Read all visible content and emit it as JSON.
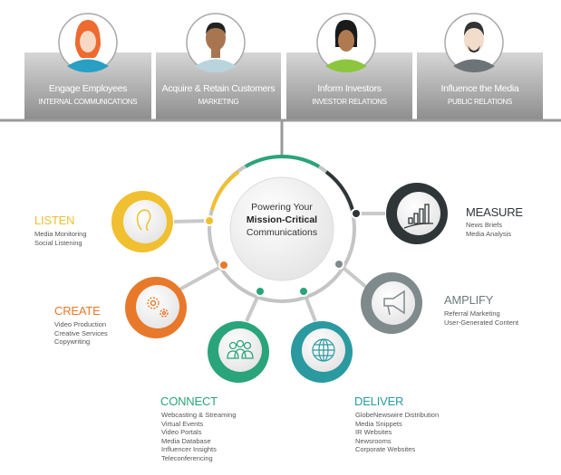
{
  "audiences": [
    {
      "title": "Engage Employees",
      "subtitle": "INTERNAL COMMUNICATIONS"
    },
    {
      "title": "Acquire & Retain Customers",
      "subtitle": "MARKETING"
    },
    {
      "title": "Inform Investors",
      "subtitle": "INVESTOR RELATIONS"
    },
    {
      "title": "Influence the Media",
      "subtitle": "PUBLIC RELATIONS"
    }
  ],
  "center": {
    "line1": "Powering Your",
    "line2": "Mission-Critical",
    "line3": "Communications"
  },
  "services": {
    "listen": {
      "title": "LISTEN",
      "items": [
        "Media Monitoring",
        "Social Listening"
      ],
      "color": "#f0c030",
      "icon": "ear-icon"
    },
    "measure": {
      "title": "MEASURE",
      "items": [
        "News Briefs",
        "Media Analysis"
      ],
      "color": "#2f3638",
      "icon": "bar-chart-icon"
    },
    "amplify": {
      "title": "AMPLIFY",
      "items": [
        "Referral Marketing",
        "User-Generated Content"
      ],
      "color": "#7f8a8c",
      "icon": "megaphone-icon"
    },
    "create": {
      "title": "CREATE",
      "items": [
        "Video Production",
        "Creative Services",
        "Copywriting"
      ],
      "color": "#e8792a",
      "icon": "gears-icon"
    },
    "connect": {
      "title": "CONNECT",
      "items": [
        "Webcasting & Streaming",
        "Virtual Events",
        "Video Portals",
        "Media Database",
        "Influencer Insights",
        "Teleconferencing"
      ],
      "color": "#2aa47a",
      "icon": "people-icon"
    },
    "deliver": {
      "title": "DELIVER",
      "items": [
        "GlobeNewswire Distribution",
        "Media Snippets",
        "IR Websites",
        "Newsrooms",
        "Corporate Websites"
      ],
      "color": "#2a9aa0",
      "icon": "globe-icon"
    }
  }
}
